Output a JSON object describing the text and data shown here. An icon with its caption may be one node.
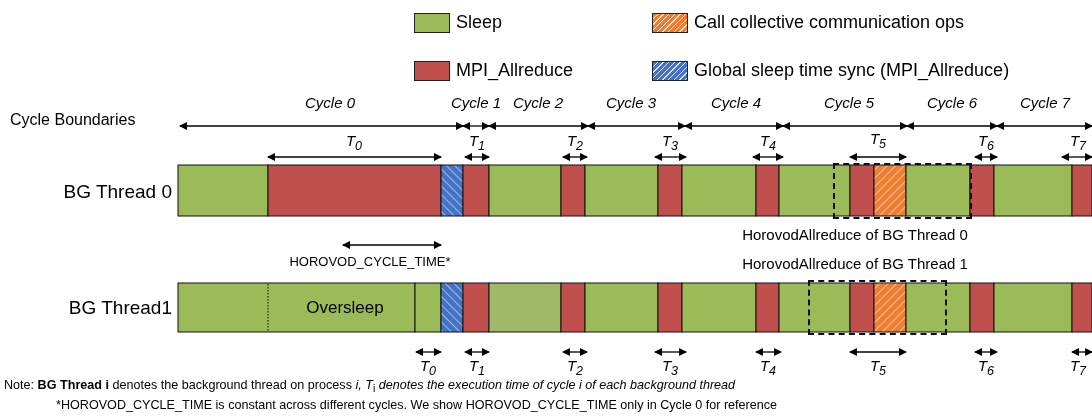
{
  "diagram": {
    "nodes": [
      {
        "text": [],
        "shape": "box",
        "beside": [
          "HorovodAllreduce of BG Thread 0"
        ]
      },
      {
        "text": [],
        "shape": "box",
        "beside": [
          "HorovodAllreduce of BG Thread 1"
        ]
      }
    ],
    "labels": [
      "Cycle Boundaries",
      "Cycle 0",
      "Cycle 1",
      "Cycle 2",
      "Cycle 3",
      "Cycle 4",
      "Cycle 5",
      "Cycle 6",
      "Cycle 7",
      "T$_{0}$",
      "T$_{1}$",
      "T$_{2}$",
      "T$_{3}$",
      "T$_{4}$",
      "T$_{5}$",
      "T$_{6}$",
      "T$_{7}$",
      "BG Thread 0",
      "HOROVOD_CYCLE_TIME*",
      "BG Thread1",
      "Oversleep",
      "T$_{0}$",
      "T$_{1}$",
      "T$_{2}$",
      "T$_{3}$",
      "T$_{4}$",
      "T$_{5}$",
      "T$_{6}$",
      "T$_{7}$",
      "Note: **BG Thread i** denotes the background thread on process *i, T*$_{i}$ *denotes the execution time of cycle i of each background thread*",
      "*HOROVOD_CYCLE_TIME is constant across different cycles.  We show HOROVOD_CYCLE_TIME only in Cycle 0 for reference"
    ],
    "legend": [
      {
        "text": "Sleep",
        "color": "#9bbb59"
      },
      {
        "text": "Call collective communication ops",
        "color": "#ed7d31"
      },
      {
        "text": "MPI_Allreduce",
        "color": "#c0504d"
      },
      {
        "text": "Global sleep time sync (MPI_Allreduce)",
        "color": "#4472c4"
      }
    ]
  }
}
